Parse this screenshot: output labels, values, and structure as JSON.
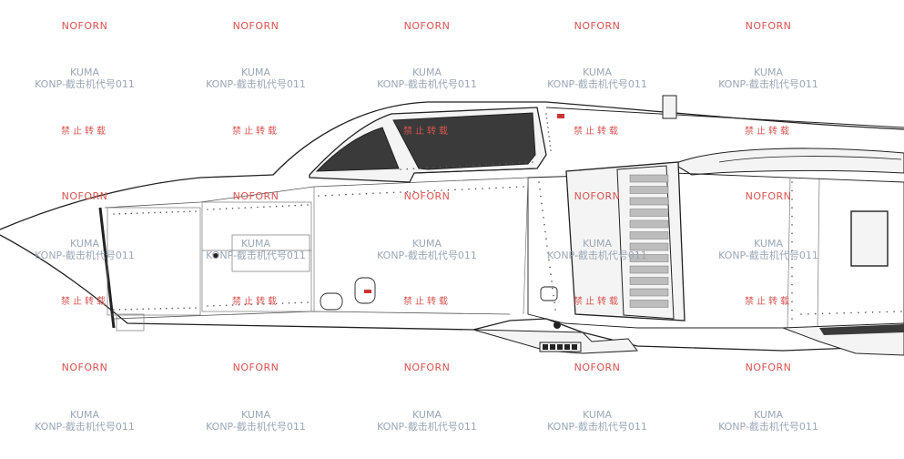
{
  "watermarks": {
    "noforn": "NOFORN",
    "kuma_line1": "KUMA",
    "kuma_line2": "KONP-截击机代号011",
    "ban": "禁止转载"
  },
  "colors": {
    "canopy_glass": "#3a3a3a",
    "outline": "#222222",
    "panel_fill": "#f4f4f4",
    "vent_fill": "#bdbdbd",
    "accent_red": "#cc3333"
  },
  "drawing": {
    "subject": "aircraft-forward-fuselage-side-view"
  }
}
